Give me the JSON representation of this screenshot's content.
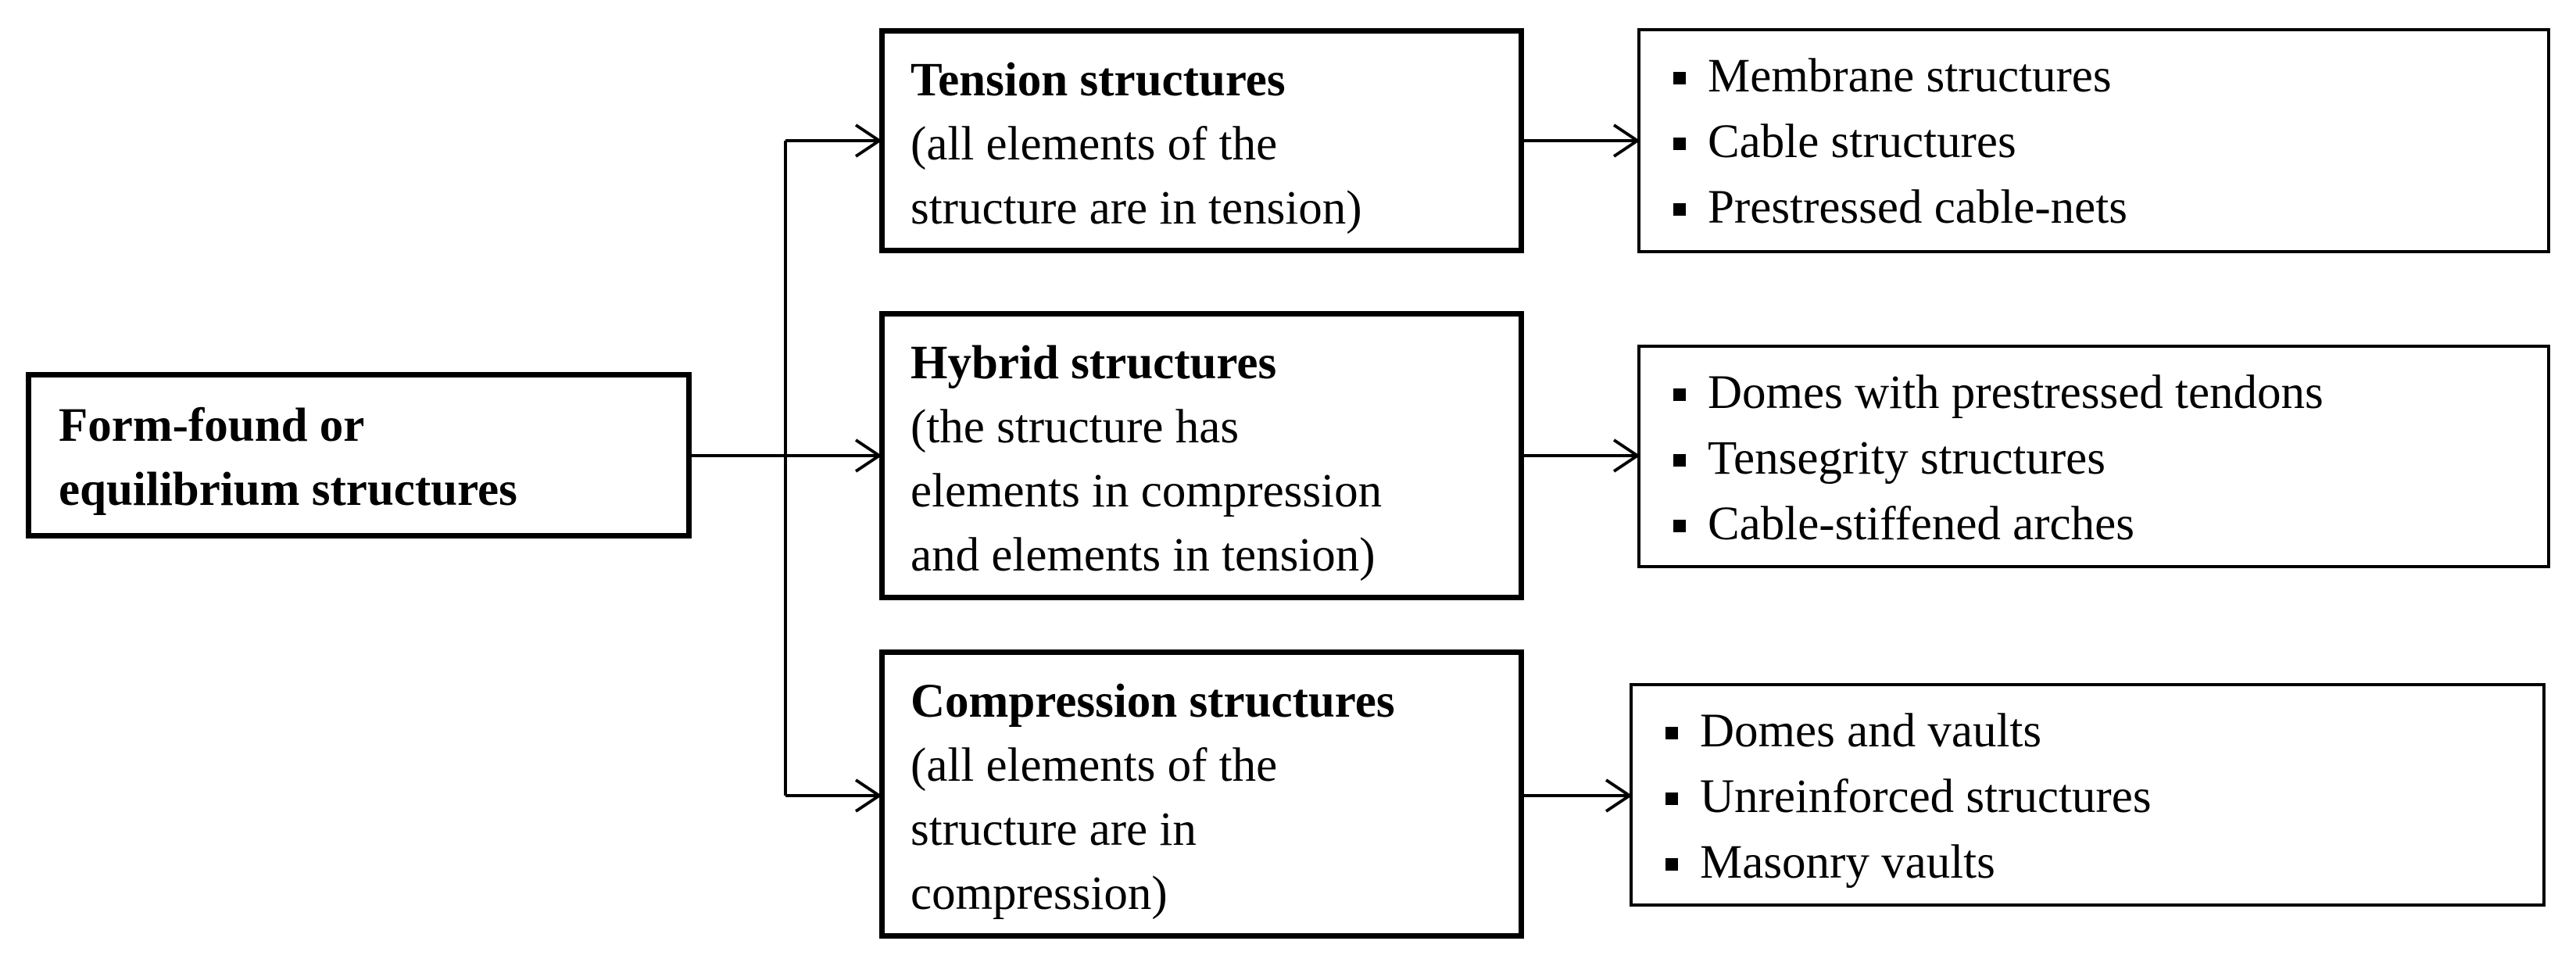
{
  "root": {
    "title_line1": "Form-found or",
    "title_line2": "equilibrium structures"
  },
  "categories": [
    {
      "title": "Tension structures",
      "desc": [
        "(all elements of the",
        "structure are in tension)"
      ],
      "items": [
        "Membrane structures",
        "Cable structures",
        "Prestressed cable-nets"
      ]
    },
    {
      "title": "Hybrid structures",
      "desc": [
        "(the structure has",
        "elements in compression",
        "and elements in tension)"
      ],
      "items": [
        "Domes with prestressed tendons",
        "Tensegrity structures",
        "Cable-stiffened arches"
      ]
    },
    {
      "title": "Compression structures",
      "desc": [
        "(all elements of the",
        "structure are in",
        "compression)"
      ],
      "items": [
        "Domes and vaults",
        "Unreinforced structures",
        "Masonry vaults"
      ]
    }
  ]
}
